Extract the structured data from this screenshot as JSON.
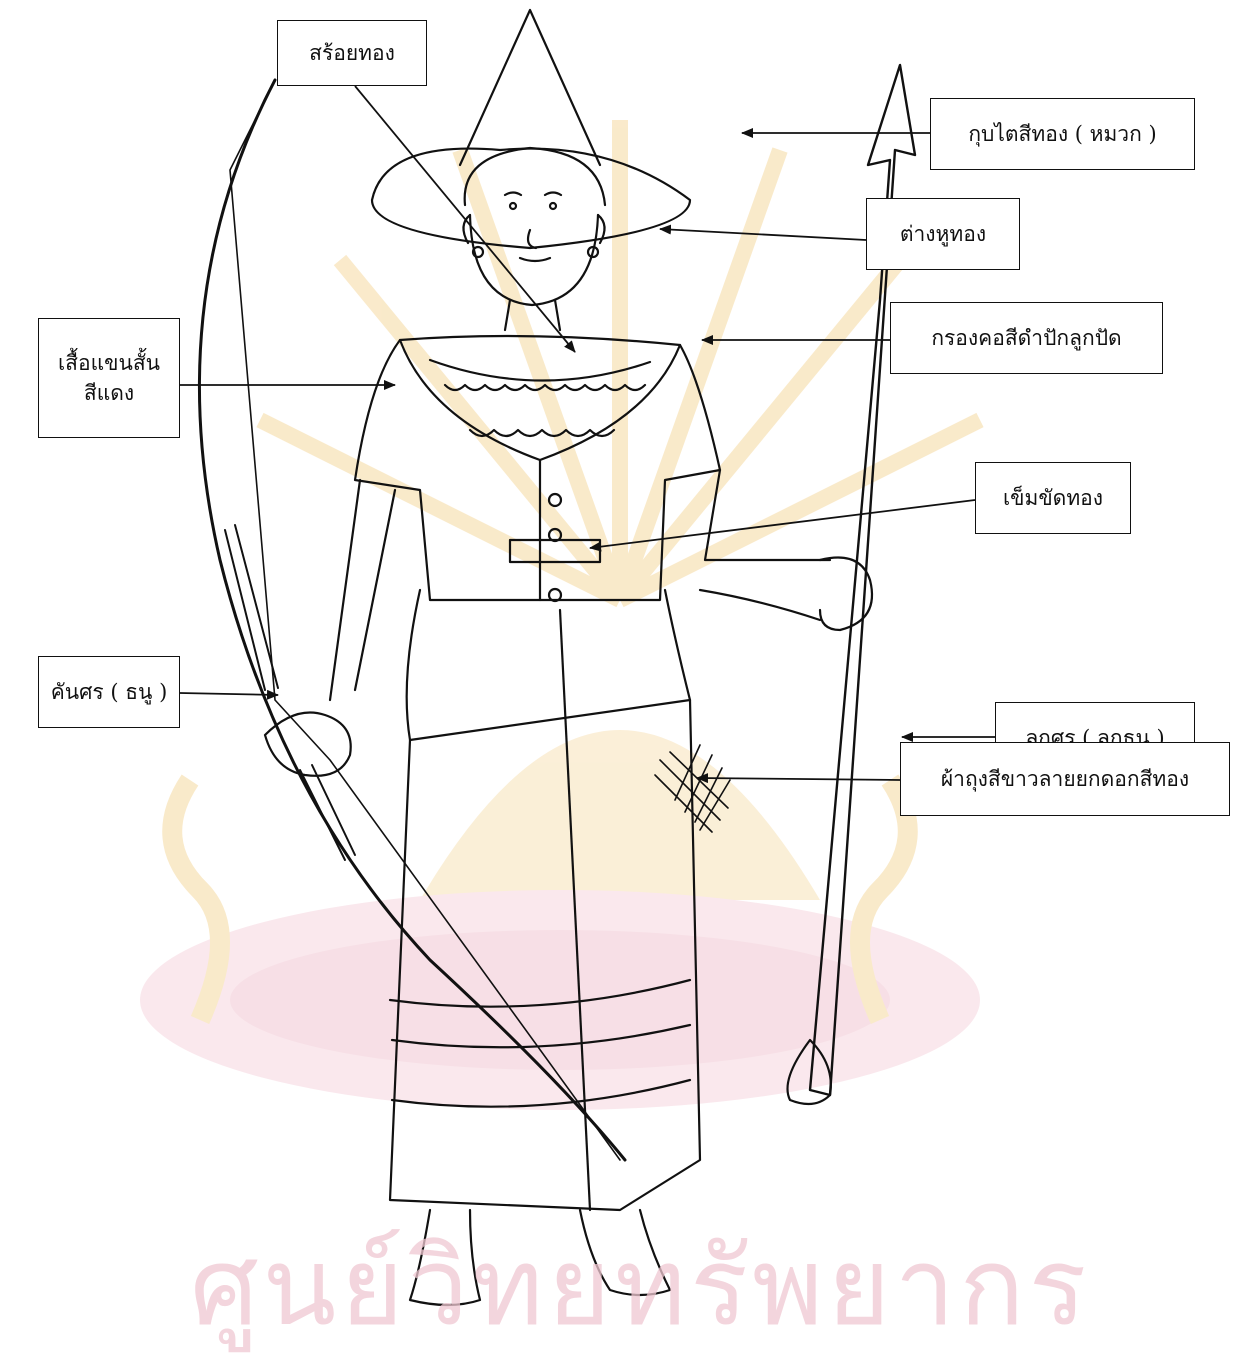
{
  "labels": {
    "gold_chain": "สร้อยทอง",
    "hat": "กุบไตสีทอง ( หมวก )",
    "earring": "ต่างหูทอง",
    "necklace": "กรองคอสีดำปักลูกปัด",
    "shirt_line1": "เสื้อแขนสั้น",
    "shirt_line2": "สีแดง",
    "belt": "เข็มขัดทอง",
    "bow": "คันศร ( ธนู )",
    "arrow": "ลูกศร ( ลูกธนู )",
    "sarong": "ผ้าถุงสีขาวลายยกดอกสีทอง"
  },
  "watermark": {
    "text": "ศูนย์วิทยทรัพยากร",
    "color": "#f0c8d2",
    "emblem_color": "#f5d9a0"
  },
  "colors": {
    "ink": "#111111",
    "background": "#ffffff"
  }
}
